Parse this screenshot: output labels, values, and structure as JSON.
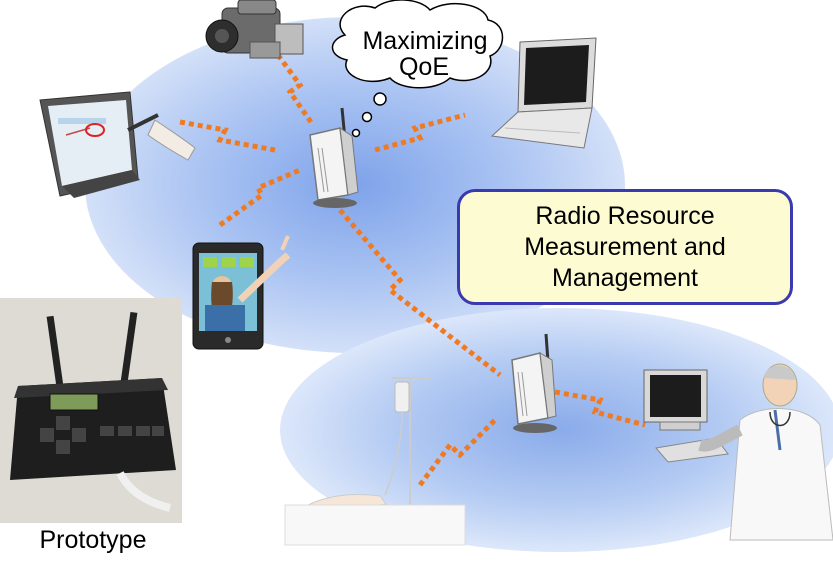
{
  "thought_bubble": {
    "line1": "Maximizing",
    "line2": "QoE"
  },
  "callout": {
    "line1": "Radio Resource",
    "line2": "Measurement and",
    "line3": "Management"
  },
  "prototype": {
    "label": "Prototype"
  },
  "colors": {
    "cell_blue": "#a9c4f2",
    "link_orange": "#f07a22",
    "callout_border": "#3a3ab0",
    "callout_fill": "#fdfbd2"
  }
}
